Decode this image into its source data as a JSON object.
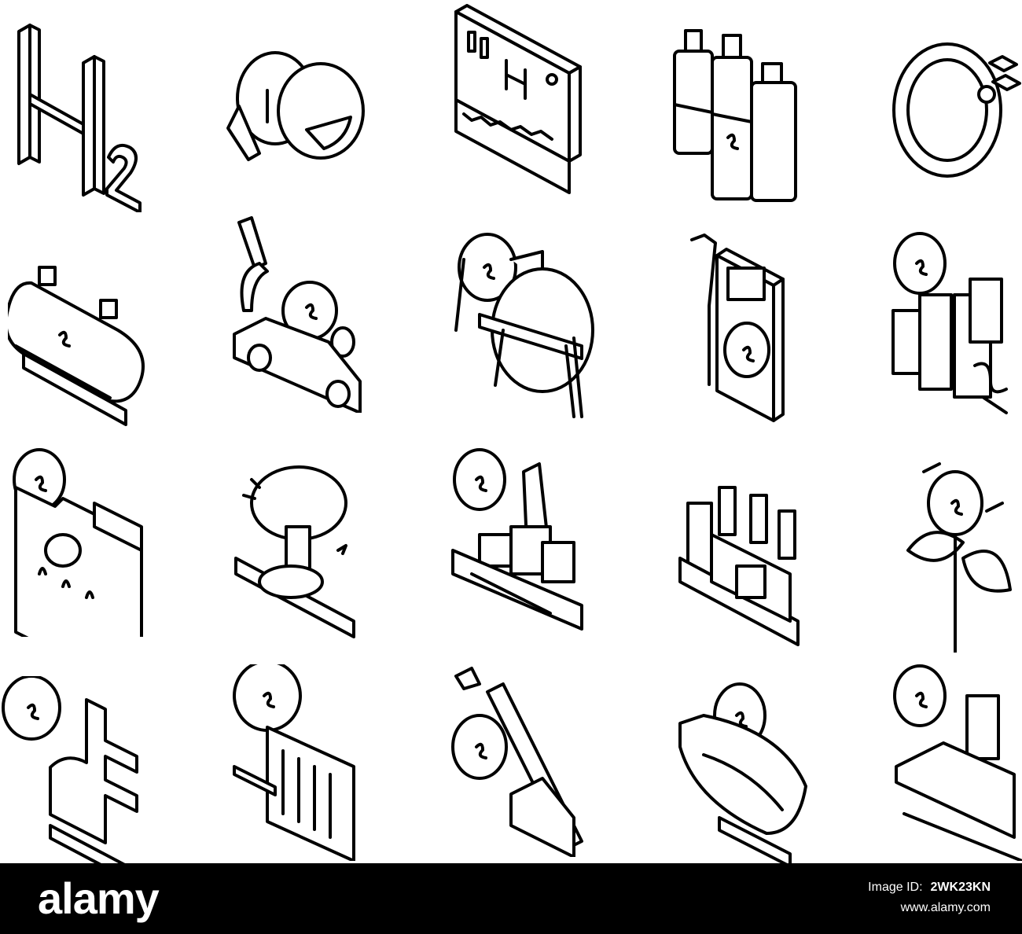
{
  "footer": {
    "logo_text": "alamy",
    "image_id_label": "Image ID:",
    "image_id": "2WK23KN",
    "site": "www.alamy.com"
  },
  "icons": [
    {
      "name": "h2-formula-icon"
    },
    {
      "name": "hydrogen-cloud-icon"
    },
    {
      "name": "hydrogen-element-card-icon"
    },
    {
      "name": "gas-cylinders-icon"
    },
    {
      "name": "molecule-ring-icon"
    },
    {
      "name": "hydrogen-tank-icon"
    },
    {
      "name": "hydrogen-car-icon"
    },
    {
      "name": "spherical-storage-tank-icon"
    },
    {
      "name": "fuel-station-icon"
    },
    {
      "name": "electrolyzer-icon"
    },
    {
      "name": "furnace-icon"
    },
    {
      "name": "hydrogen-bomb-icon"
    },
    {
      "name": "drilling-platform-icon"
    },
    {
      "name": "hydrogen-factory-icon"
    },
    {
      "name": "green-hydrogen-leaf-icon"
    },
    {
      "name": "hydrogen-boiler-icon"
    },
    {
      "name": "heating-radiator-icon"
    },
    {
      "name": "hydrogen-welding-icon"
    },
    {
      "name": "hydrogen-airship-icon"
    },
    {
      "name": "hydrogen-train-icon"
    }
  ]
}
